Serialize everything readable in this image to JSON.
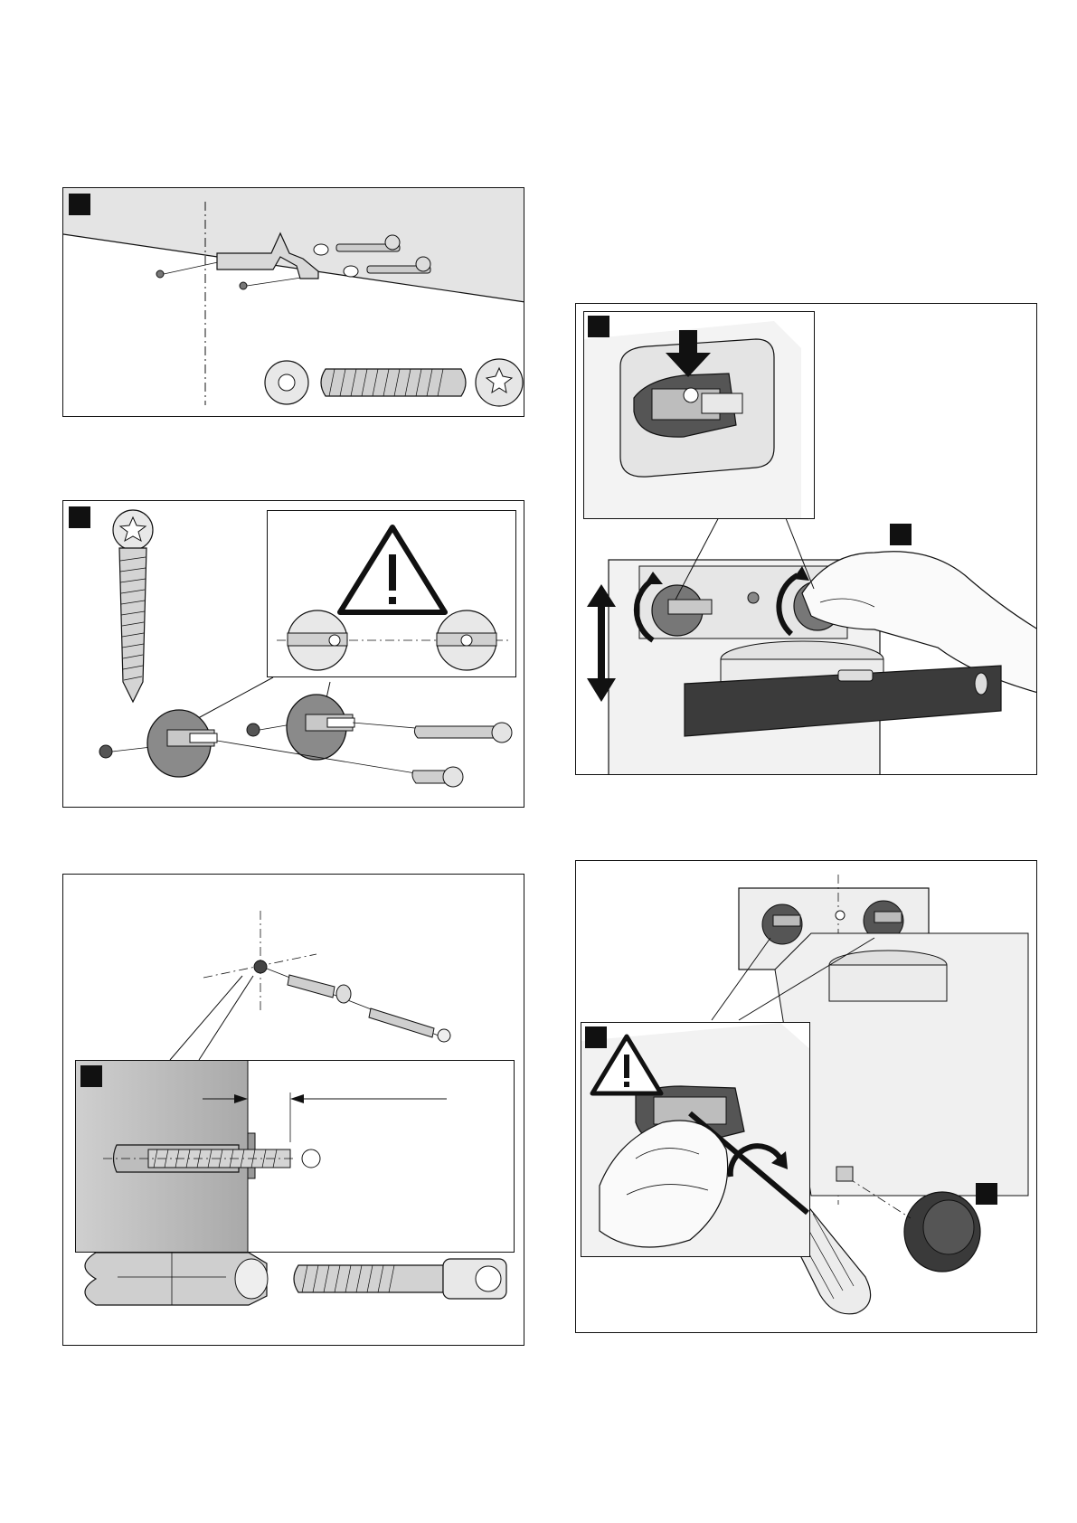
{
  "page": {
    "description_lang": "none",
    "panels": [
      {
        "id": "panel-1",
        "has_step_marker": true,
        "content": "bracket-wall-mount"
      },
      {
        "id": "panel-2",
        "has_step_marker": true,
        "content": "adjuster-screws-warning"
      },
      {
        "id": "panel-3",
        "has_step_marker": true,
        "content": "wall-anchor-detail"
      },
      {
        "id": "panel-4",
        "has_step_marker": true,
        "content": "level-adjustment"
      },
      {
        "id": "panel-5",
        "has_step_marker": true,
        "content": "screwdriver-fix-warning"
      }
    ],
    "icons": {
      "warning": "warning-triangle-icon",
      "arrow": "arrow-icon"
    },
    "colors": {
      "line": "#111111",
      "shade_light": "#e6e6e6",
      "shade_mid": "#bdbdbd",
      "shade_dark": "#555555"
    }
  }
}
